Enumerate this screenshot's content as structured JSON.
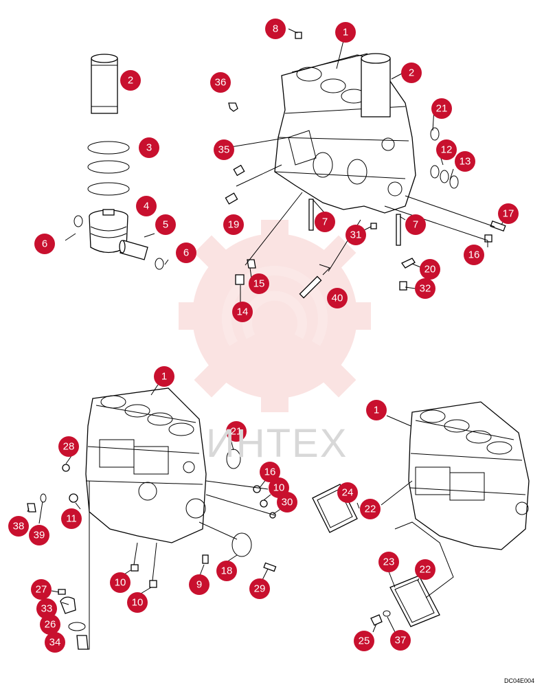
{
  "watermark": {
    "text": "ИНТЕХ"
  },
  "doc_code": "DC04E004",
  "callouts": [
    {
      "id": "c8",
      "label": "8"
    },
    {
      "id": "c1a",
      "label": "1"
    },
    {
      "id": "c2a",
      "label": "2"
    },
    {
      "id": "c2b",
      "label": "2"
    },
    {
      "id": "c36",
      "label": "36"
    },
    {
      "id": "c3",
      "label": "3"
    },
    {
      "id": "c21a",
      "label": "21"
    },
    {
      "id": "c35",
      "label": "35"
    },
    {
      "id": "c12",
      "label": "12"
    },
    {
      "id": "c13",
      "label": "13"
    },
    {
      "id": "c4",
      "label": "4"
    },
    {
      "id": "c5",
      "label": "5"
    },
    {
      "id": "c6a",
      "label": "6"
    },
    {
      "id": "c6b",
      "label": "6"
    },
    {
      "id": "c19",
      "label": "19"
    },
    {
      "id": "c7a",
      "label": "7"
    },
    {
      "id": "c31",
      "label": "31"
    },
    {
      "id": "c7b",
      "label": "7"
    },
    {
      "id": "c17",
      "label": "17"
    },
    {
      "id": "c16a",
      "label": "16"
    },
    {
      "id": "c15",
      "label": "15"
    },
    {
      "id": "c20",
      "label": "20"
    },
    {
      "id": "c32",
      "label": "32"
    },
    {
      "id": "c14",
      "label": "14"
    },
    {
      "id": "c40",
      "label": "40"
    },
    {
      "id": "c1b",
      "label": "1"
    },
    {
      "id": "c1c",
      "label": "1"
    },
    {
      "id": "c21b",
      "label": "21"
    },
    {
      "id": "c28",
      "label": "28"
    },
    {
      "id": "c16b",
      "label": "16"
    },
    {
      "id": "c10a",
      "label": "10"
    },
    {
      "id": "c30",
      "label": "30"
    },
    {
      "id": "c24",
      "label": "24"
    },
    {
      "id": "c22a",
      "label": "22"
    },
    {
      "id": "c38",
      "label": "38"
    },
    {
      "id": "c39",
      "label": "39"
    },
    {
      "id": "c11",
      "label": "11"
    },
    {
      "id": "c18",
      "label": "18"
    },
    {
      "id": "c23",
      "label": "23"
    },
    {
      "id": "c22b",
      "label": "22"
    },
    {
      "id": "c10b",
      "label": "10"
    },
    {
      "id": "c9",
      "label": "9"
    },
    {
      "id": "c29",
      "label": "29"
    },
    {
      "id": "c27",
      "label": "27"
    },
    {
      "id": "c10c",
      "label": "10"
    },
    {
      "id": "c33",
      "label": "33"
    },
    {
      "id": "c26",
      "label": "26"
    },
    {
      "id": "c34",
      "label": "34"
    },
    {
      "id": "c25",
      "label": "25"
    },
    {
      "id": "c37",
      "label": "37"
    }
  ]
}
